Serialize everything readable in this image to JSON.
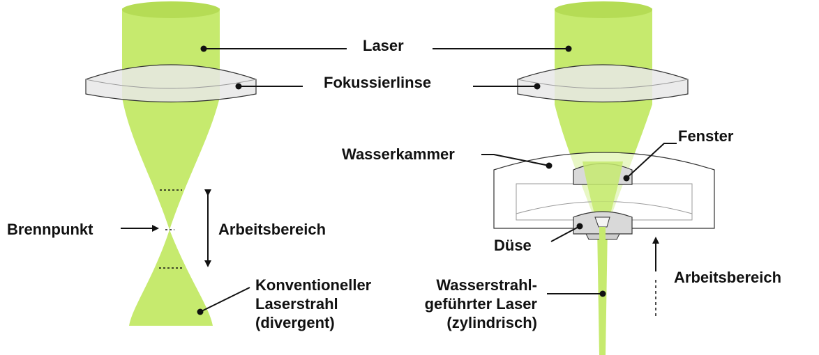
{
  "colors": {
    "beam": "#c6ea6e",
    "beam_top": "#b5dc55",
    "lens_fill": "#e7e7e7",
    "lens_stroke": "#333333",
    "line": "#111111",
    "text": "#111111"
  },
  "labels": {
    "laser": "Laser",
    "focusing_lens": "Fokussierlinse",
    "focal_point": "Brennpunkt",
    "working_range_left": "Arbeitsbereich",
    "conventional_beam": [
      "Konventioneller",
      "Laserstrahl",
      "(divergent)"
    ],
    "water_chamber": "Wasserkammer",
    "window": "Fenster",
    "nozzle": "Düse",
    "waterjet_laser": [
      "Wasserstrahl-",
      "geführter Laser",
      "(zylindrisch)"
    ],
    "working_range_right": "Arbeitsbereich"
  }
}
